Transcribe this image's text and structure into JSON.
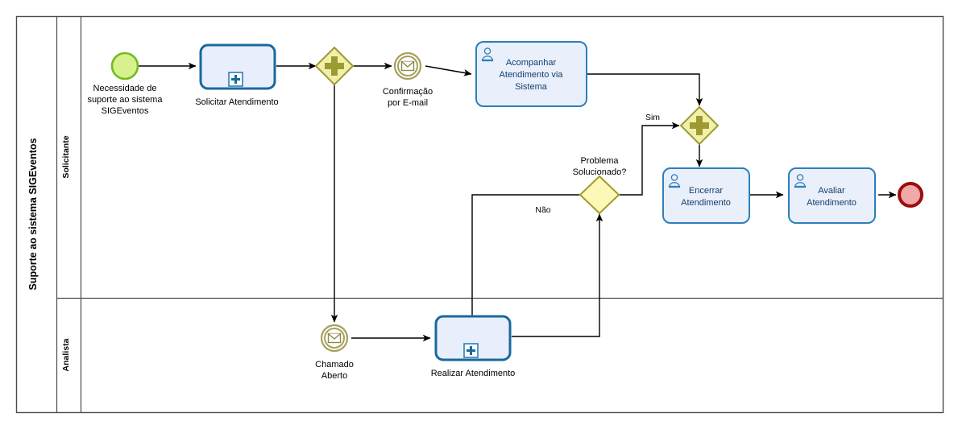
{
  "pool": {
    "title": "Suporte ao sistema SIGEventos",
    "lanes": [
      {
        "id": "solicitante",
        "label": "Solicitante"
      },
      {
        "id": "analista",
        "label": "Analista"
      }
    ]
  },
  "elements": {
    "start_event": {
      "type": "start-event",
      "label": "Necessidade de suporte ao sistema SIGEventos",
      "label_lines": [
        "Necessidade de",
        "suporte ao sistema",
        "SIGEventos"
      ],
      "lane": "solicitante",
      "fill": "#d9f08e",
      "stroke": "#6fbd1e"
    },
    "solicitar_atendimento": {
      "type": "collapsed-subprocess",
      "label": "Solicitar Atendimento",
      "label_lines": [
        "Solicitar Atendimento"
      ],
      "lane": "solicitante",
      "marker": "plus",
      "fill": "#e8eefc",
      "stroke": "#19699c"
    },
    "gateway_split": {
      "type": "parallel-gateway",
      "label": "",
      "lane": "solicitante",
      "marker": "plus",
      "fill": "#f2f0a8",
      "stroke": "#9c9a33"
    },
    "confirmacao_email": {
      "type": "intermediate-message-event",
      "label": "Confirmação por E-mail",
      "label_lines": [
        "Confirmação",
        "por E-mail"
      ],
      "lane": "solicitante",
      "stroke": "#a6a05c"
    },
    "acompanhar_atendimento": {
      "type": "user-task",
      "label": "Acompanhar Atendimento via Sistema",
      "label_lines": [
        "Acompanhar",
        "Atendimento via",
        "Sistema"
      ],
      "lane": "solicitante",
      "marker": "user",
      "fill": "#eaeffc",
      "stroke": "#2d7fb8"
    },
    "gateway_merge": {
      "type": "parallel-gateway",
      "label": "",
      "lane": "solicitante",
      "marker": "plus",
      "fill": "#f2f0a8",
      "stroke": "#9c9a33"
    },
    "problema_solucionado": {
      "type": "exclusive-gateway",
      "label": "Problema Solucionado?",
      "label_lines": [
        "Problema",
        "Solucionado?"
      ],
      "lane": "solicitante",
      "fill": "#fbf8b8",
      "stroke": "#a09c2e"
    },
    "encerrar_atendimento": {
      "type": "user-task",
      "label": "Encerrar Atendimento",
      "label_lines": [
        "Encerrar",
        "Atendimento"
      ],
      "lane": "solicitante",
      "marker": "user",
      "fill": "#eaeffc",
      "stroke": "#2d7fb8"
    },
    "avaliar_atendimento": {
      "type": "user-task",
      "label": "Avaliar Atendimento",
      "label_lines": [
        "Avaliar",
        "Atendimento"
      ],
      "lane": "solicitante",
      "marker": "user",
      "fill": "#eaeffc",
      "stroke": "#2d7fb8"
    },
    "end_event": {
      "type": "end-event",
      "label": "",
      "lane": "solicitante",
      "fill": "#f0a8a8",
      "stroke": "#9c0d0d"
    },
    "chamado_aberto": {
      "type": "intermediate-message-event",
      "label": "Chamado Aberto",
      "label_lines": [
        "Chamado",
        "Aberto"
      ],
      "lane": "analista",
      "stroke": "#a6a05c"
    },
    "realizar_atendimento": {
      "type": "collapsed-subprocess",
      "label": "Realizar Atendimento",
      "label_lines": [
        "Realizar Atendimento"
      ],
      "lane": "analista",
      "marker": "plus",
      "fill": "#e8eefc",
      "stroke": "#19699c"
    }
  },
  "flow_labels": {
    "sim": "Sim",
    "nao": "Não"
  },
  "colors": {
    "pool_border": "#4d4d4d",
    "flow": "#000000",
    "task_fill": "#e8eefc",
    "task_stroke": "#19699c",
    "gateway_fill": "#f2f0a8",
    "gateway_stroke": "#9c9a33",
    "start_fill": "#d9f08e",
    "end_fill": "#f0a8a8",
    "message_stroke": "#a6a05c"
  }
}
